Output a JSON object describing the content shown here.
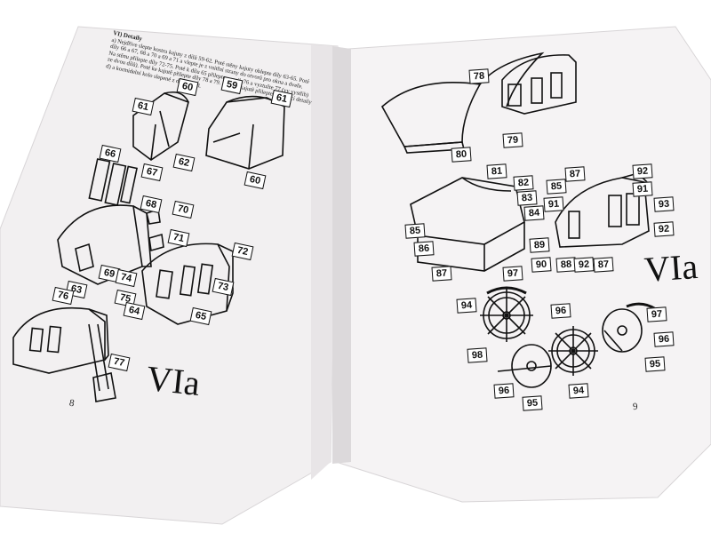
{
  "document": {
    "left_page": {
      "heading": "VI) Detaily",
      "instructions": [
        "a) Nejdříve slepte kostru kajuty z dílů 59-62. Poté stěny kajuty oblepte díly 63-65. Poté",
        "díly 66 a 67, 68 a 70 a 69 a 71 a vlepte je z vnitřní strany do otvorů pro okna a dveře.",
        "Na stěnu přilepte díly 72-75. Poté k dílu 65 přilepte nosník 76 a vyztužte 77 (vy vystřih)",
        "ze dvou dílů). Poté ke kajutě přilepte díly 78 a 79. Poté ke kajutě přilepte zbývající detaily",
        "d) a kormidelní kolo slepené z dílů 94-98."
      ],
      "section_title": "VIa",
      "page_number": "8",
      "labels": [
        "60",
        "59",
        "61",
        "61",
        "62",
        "60",
        "66",
        "67",
        "68",
        "70",
        "71",
        "72",
        "69",
        "73",
        "74",
        "75",
        "64",
        "63",
        "65",
        "76",
        "77"
      ]
    },
    "right_page": {
      "section_title": "VIa",
      "page_number": "9",
      "labels": [
        "78",
        "79",
        "80",
        "81",
        "82",
        "83",
        "84",
        "85",
        "86",
        "87",
        "85",
        "87",
        "91",
        "92",
        "91",
        "93",
        "92",
        "89",
        "90",
        "88",
        "92",
        "87",
        "97",
        "94",
        "96",
        "97",
        "98",
        "96",
        "96",
        "94",
        "95",
        "95"
      ]
    }
  },
  "colors": {
    "ink": "#111111",
    "paper": "#f2f0f1",
    "paper_shade": "#e6e3e5"
  }
}
